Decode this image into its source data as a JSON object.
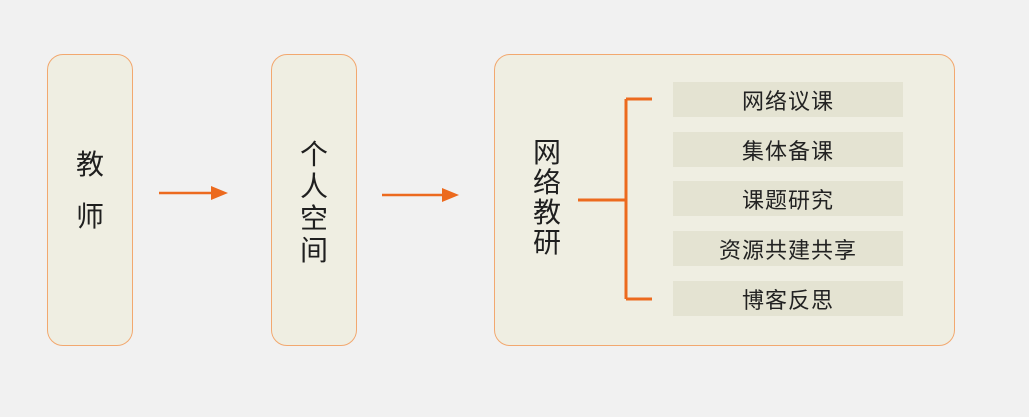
{
  "diagram": {
    "teacher": {
      "chars": [
        "教",
        "师"
      ]
    },
    "personal_space": {
      "chars": [
        "个",
        "人",
        "空",
        "间"
      ]
    },
    "network_research": {
      "chars": [
        "网",
        "络",
        "教",
        "研"
      ],
      "items": [
        "网络议课",
        "集体备课",
        "课题研究",
        "资源共建共享",
        "博客反思"
      ]
    },
    "colors": {
      "accent": "#ec6a1e",
      "box_border": "#f2a86f",
      "box_fill": "#efeee2",
      "item_fill": "#e4e3d2",
      "background": "#f1f1f1"
    }
  }
}
